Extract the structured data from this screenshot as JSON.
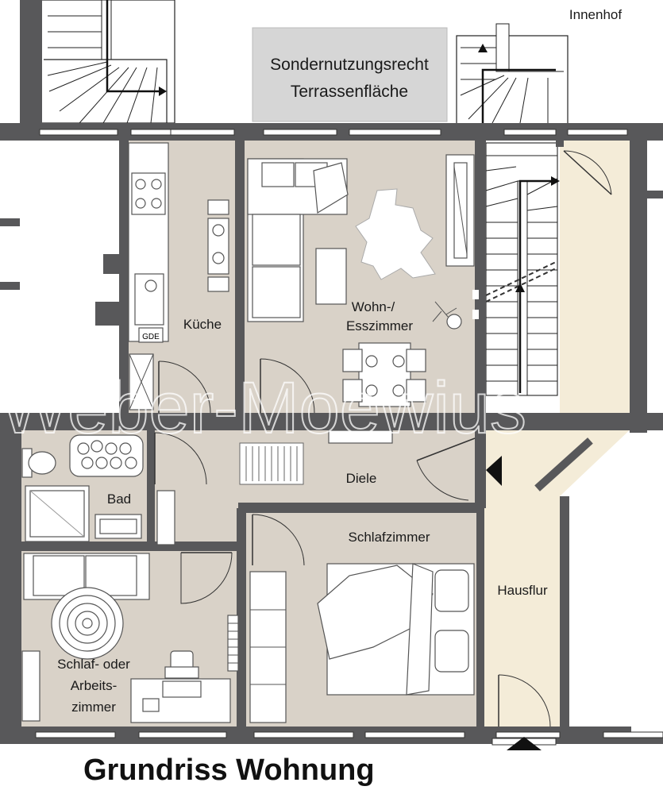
{
  "title": "Grundriss Wohnung",
  "watermark": "Weber-Moewius",
  "labels": {
    "innenhof": "Innenhof",
    "terrace_line1": "Sondernutzungsrecht",
    "terrace_line2": "Terrassenfläche",
    "kueche": "Küche",
    "wohn_line1": "Wohn-/",
    "wohn_line2": "Esszimmer",
    "diele": "Diele",
    "bad": "Bad",
    "schlafzimmer": "Schlafzimmer",
    "hausflur": "Hausflur",
    "arbeits_line1": "Schlaf- oder",
    "arbeits_line2": "Arbeits-",
    "arbeits_line3": "zimmer",
    "gde": "GDE"
  },
  "colors": {
    "wall": "#58585a",
    "room_floor": "#d9d2c8",
    "hallway_floor": "#f4ecd8",
    "terrace": "#d6d6d6"
  }
}
